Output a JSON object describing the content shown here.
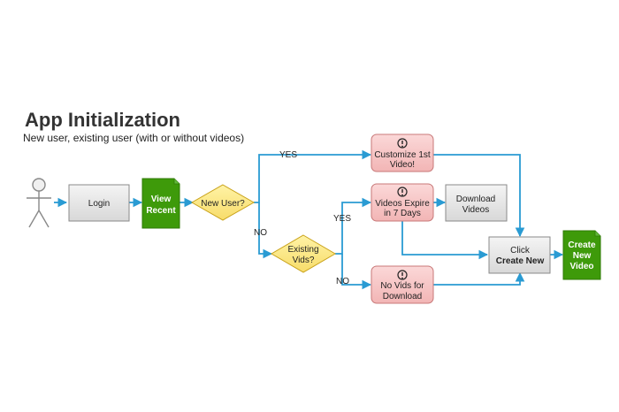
{
  "header": {
    "title": "App Initialization",
    "subtitle": "New user, existing user (with or without videos)"
  },
  "colors": {
    "process_fill": "#e6e6e6",
    "process_stroke": "#8a8a8a",
    "doc_fill": "#3e9a0a",
    "decision_fill": "#fde985",
    "decision_stroke": "#c9a21a",
    "alert_fill": "#f7c8c8",
    "alert_stroke": "#c87878",
    "edge": "#2a9bd3"
  },
  "nodes": {
    "actor": {
      "icon": "stick-figure-icon"
    },
    "login": {
      "line1": "Login"
    },
    "view_recent": {
      "line1": "View",
      "line2": "Recent"
    },
    "new_user": {
      "line1": "New User?"
    },
    "existing_vids": {
      "line1": "Existing",
      "line2": "Vids?"
    },
    "customize": {
      "line1": "Customize 1st",
      "line2": "Video!",
      "icon": "warning-icon"
    },
    "expire": {
      "line1": "Videos Expire",
      "line2": "in 7 Days",
      "icon": "warning-icon"
    },
    "download": {
      "line1": "Download",
      "line2": "Videos"
    },
    "no_vids": {
      "line1": "No Vids for",
      "line2": "Download",
      "icon": "warning-icon"
    },
    "click_create": {
      "line1": "Click",
      "line2": "Create New"
    },
    "create_video": {
      "line1": "Create",
      "line2": "New",
      "line3": "Video"
    }
  },
  "edge_labels": {
    "new_user_yes": "YES",
    "new_user_no": "NO",
    "vids_yes": "YES",
    "vids_no": "NO"
  }
}
